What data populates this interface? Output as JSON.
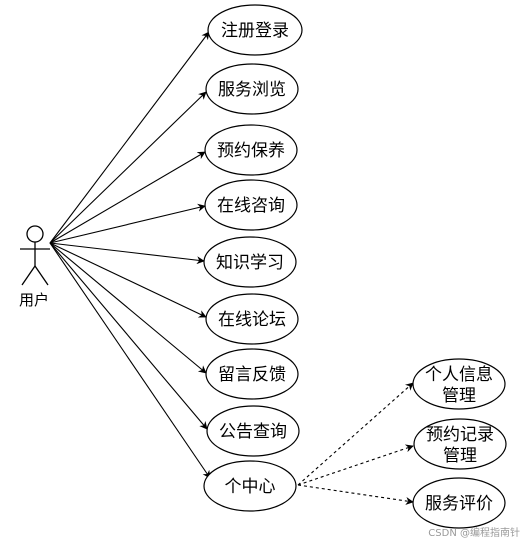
{
  "actor": {
    "label": "用户"
  },
  "use_cases": [
    {
      "id": "register",
      "label": "注册登录"
    },
    {
      "id": "browse",
      "label": "服务浏览"
    },
    {
      "id": "booking",
      "label": "预约保养"
    },
    {
      "id": "consult",
      "label": "在线咨询"
    },
    {
      "id": "learn",
      "label": "知识学习"
    },
    {
      "id": "forum",
      "label": "在线论坛"
    },
    {
      "id": "feedback",
      "label": "留言反馈"
    },
    {
      "id": "notice",
      "label": "公告查询"
    },
    {
      "id": "center",
      "label": "个中心"
    }
  ],
  "sub_use_cases": [
    {
      "id": "personal-info",
      "lines": [
        "个人信息",
        "管理"
      ]
    },
    {
      "id": "booking-records",
      "lines": [
        "预约记录",
        "管理"
      ]
    },
    {
      "id": "service-review",
      "lines": [
        "服务评价"
      ]
    }
  ],
  "watermark": "CSDN @编程指南针",
  "colors": {
    "line": "#000000",
    "fill": "#ffffff"
  }
}
